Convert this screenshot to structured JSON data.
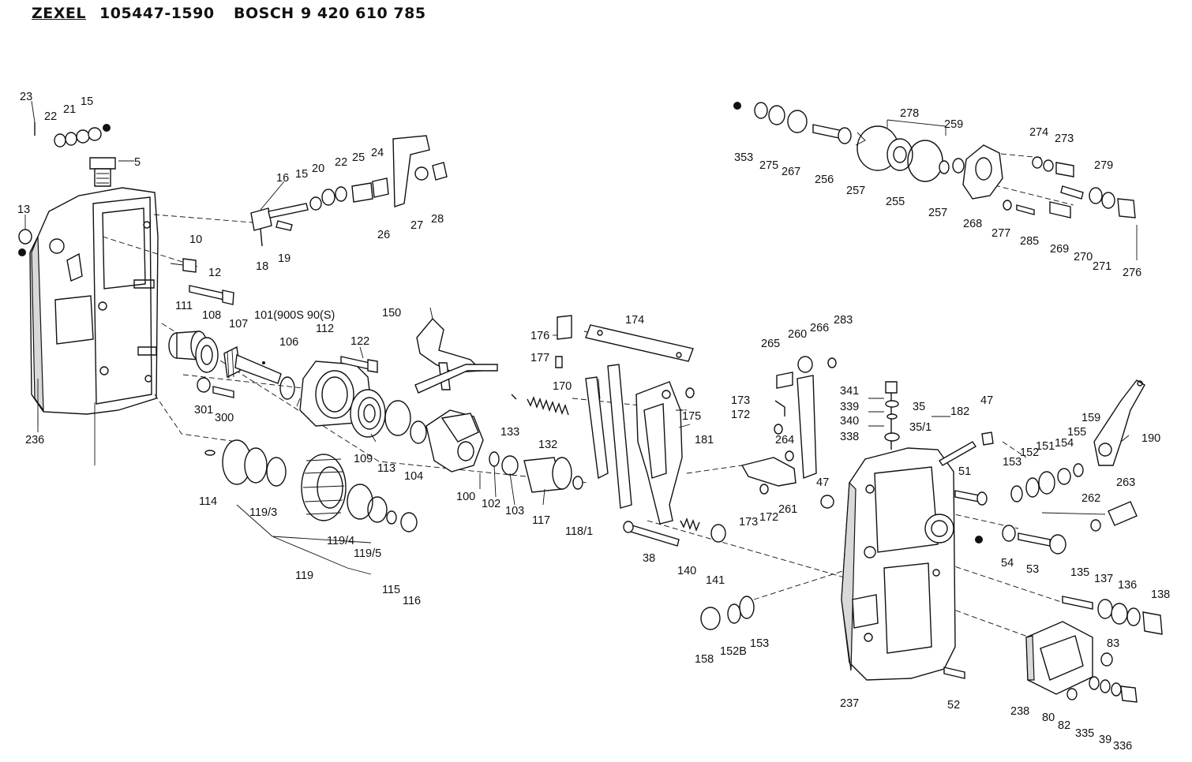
{
  "header": {
    "brand_a": "ZEXEL",
    "part_a": "105447-1590",
    "brand_b": "BOSCH",
    "part_b": "9 420 610 785"
  },
  "callouts": [
    {
      "id": "c23",
      "label": "23"
    },
    {
      "id": "c22a",
      "label": "22"
    },
    {
      "id": "c21",
      "label": "21"
    },
    {
      "id": "c15a",
      "label": "15"
    },
    {
      "id": "c5",
      "label": "5"
    },
    {
      "id": "c13",
      "label": "13"
    },
    {
      "id": "c236",
      "label": "236"
    },
    {
      "id": "c10",
      "label": "10"
    },
    {
      "id": "c12",
      "label": "12"
    },
    {
      "id": "c16",
      "label": "16"
    },
    {
      "id": "c15b",
      "label": "15"
    },
    {
      "id": "c20",
      "label": "20"
    },
    {
      "id": "c22b",
      "label": "22"
    },
    {
      "id": "c25",
      "label": "25"
    },
    {
      "id": "c24",
      "label": "24"
    },
    {
      "id": "c18",
      "label": "18"
    },
    {
      "id": "c19",
      "label": "19"
    },
    {
      "id": "c26",
      "label": "26"
    },
    {
      "id": "c27",
      "label": "27"
    },
    {
      "id": "c28",
      "label": "28"
    },
    {
      "id": "c111",
      "label": "111"
    },
    {
      "id": "c108",
      "label": "108"
    },
    {
      "id": "c107",
      "label": "107"
    },
    {
      "id": "c101",
      "label": "101(900S 90(S)"
    },
    {
      "id": "c112",
      "label": "112"
    },
    {
      "id": "c106",
      "label": "106"
    },
    {
      "id": "c122",
      "label": "122"
    },
    {
      "id": "c150",
      "label": "150"
    },
    {
      "id": "c301",
      "label": "301"
    },
    {
      "id": "c300",
      "label": "300"
    },
    {
      "id": "c109",
      "label": "109"
    },
    {
      "id": "c113",
      "label": "113"
    },
    {
      "id": "c104",
      "label": "104"
    },
    {
      "id": "c114",
      "label": "114"
    },
    {
      "id": "c119_3",
      "label": "119/3"
    },
    {
      "id": "c119_4",
      "label": "119/4"
    },
    {
      "id": "c119_5",
      "label": "119/5"
    },
    {
      "id": "c119",
      "label": "119"
    },
    {
      "id": "c115",
      "label": "115"
    },
    {
      "id": "c116",
      "label": "116"
    },
    {
      "id": "c100",
      "label": "100"
    },
    {
      "id": "c102",
      "label": "102"
    },
    {
      "id": "c103",
      "label": "103"
    },
    {
      "id": "c117",
      "label": "117"
    },
    {
      "id": "c118_1",
      "label": "118/1"
    },
    {
      "id": "c176",
      "label": "176"
    },
    {
      "id": "c177",
      "label": "177"
    },
    {
      "id": "c174",
      "label": "174"
    },
    {
      "id": "c170",
      "label": "170"
    },
    {
      "id": "c133",
      "label": "133"
    },
    {
      "id": "c132",
      "label": "132"
    },
    {
      "id": "c175",
      "label": "175"
    },
    {
      "id": "c181",
      "label": "181"
    },
    {
      "id": "c38",
      "label": "38"
    },
    {
      "id": "c140",
      "label": "140"
    },
    {
      "id": "c141",
      "label": "141"
    },
    {
      "id": "c158",
      "label": "158"
    },
    {
      "id": "c152b",
      "label": "152B"
    },
    {
      "id": "c153a",
      "label": "153"
    },
    {
      "id": "c265",
      "label": "265"
    },
    {
      "id": "c260",
      "label": "260"
    },
    {
      "id": "c266",
      "label": "266"
    },
    {
      "id": "c283",
      "label": "283"
    },
    {
      "id": "c173a",
      "label": "173"
    },
    {
      "id": "c172a",
      "label": "172"
    },
    {
      "id": "c264",
      "label": "264"
    },
    {
      "id": "c47a",
      "label": "47"
    },
    {
      "id": "c173b",
      "label": "173"
    },
    {
      "id": "c172b",
      "label": "172"
    },
    {
      "id": "c261",
      "label": "261"
    },
    {
      "id": "c341",
      "label": "341"
    },
    {
      "id": "c339",
      "label": "339"
    },
    {
      "id": "c35",
      "label": "35"
    },
    {
      "id": "c340",
      "label": "340"
    },
    {
      "id": "c35_1",
      "label": "35/1"
    },
    {
      "id": "c338",
      "label": "338"
    },
    {
      "id": "c182",
      "label": "182"
    },
    {
      "id": "c47b",
      "label": "47"
    },
    {
      "id": "c51",
      "label": "51"
    },
    {
      "id": "c237",
      "label": "237"
    },
    {
      "id": "c52",
      "label": "52"
    },
    {
      "id": "c153b",
      "label": "153"
    },
    {
      "id": "c152",
      "label": "152"
    },
    {
      "id": "c151",
      "label": "151"
    },
    {
      "id": "c154",
      "label": "154"
    },
    {
      "id": "c155",
      "label": "155"
    },
    {
      "id": "c159",
      "label": "159"
    },
    {
      "id": "c190",
      "label": "190"
    },
    {
      "id": "c263",
      "label": "263"
    },
    {
      "id": "c262",
      "label": "262"
    },
    {
      "id": "c54",
      "label": "54"
    },
    {
      "id": "c53",
      "label": "53"
    },
    {
      "id": "c135",
      "label": "135"
    },
    {
      "id": "c137",
      "label": "137"
    },
    {
      "id": "c136",
      "label": "136"
    },
    {
      "id": "c138",
      "label": "138"
    },
    {
      "id": "c83",
      "label": "83"
    },
    {
      "id": "c238",
      "label": "238"
    },
    {
      "id": "c80",
      "label": "80"
    },
    {
      "id": "c82",
      "label": "82"
    },
    {
      "id": "c335",
      "label": "335"
    },
    {
      "id": "c39",
      "label": "39"
    },
    {
      "id": "c336",
      "label": "336"
    },
    {
      "id": "c353",
      "label": "353"
    },
    {
      "id": "c275",
      "label": "275"
    },
    {
      "id": "c267",
      "label": "267"
    },
    {
      "id": "c256",
      "label": "256"
    },
    {
      "id": "c278",
      "label": "278"
    },
    {
      "id": "c257a",
      "label": "257"
    },
    {
      "id": "c255",
      "label": "255"
    },
    {
      "id": "c257b",
      "label": "257"
    },
    {
      "id": "c259",
      "label": "259"
    },
    {
      "id": "c268",
      "label": "268"
    },
    {
      "id": "c274",
      "label": "274"
    },
    {
      "id": "c273",
      "label": "273"
    },
    {
      "id": "c277",
      "label": "277"
    },
    {
      "id": "c285",
      "label": "285"
    },
    {
      "id": "c269",
      "label": "269"
    },
    {
      "id": "c270",
      "label": "270"
    },
    {
      "id": "c279",
      "label": "279"
    },
    {
      "id": "c271",
      "label": "271"
    },
    {
      "id": "c276",
      "label": "276"
    }
  ]
}
